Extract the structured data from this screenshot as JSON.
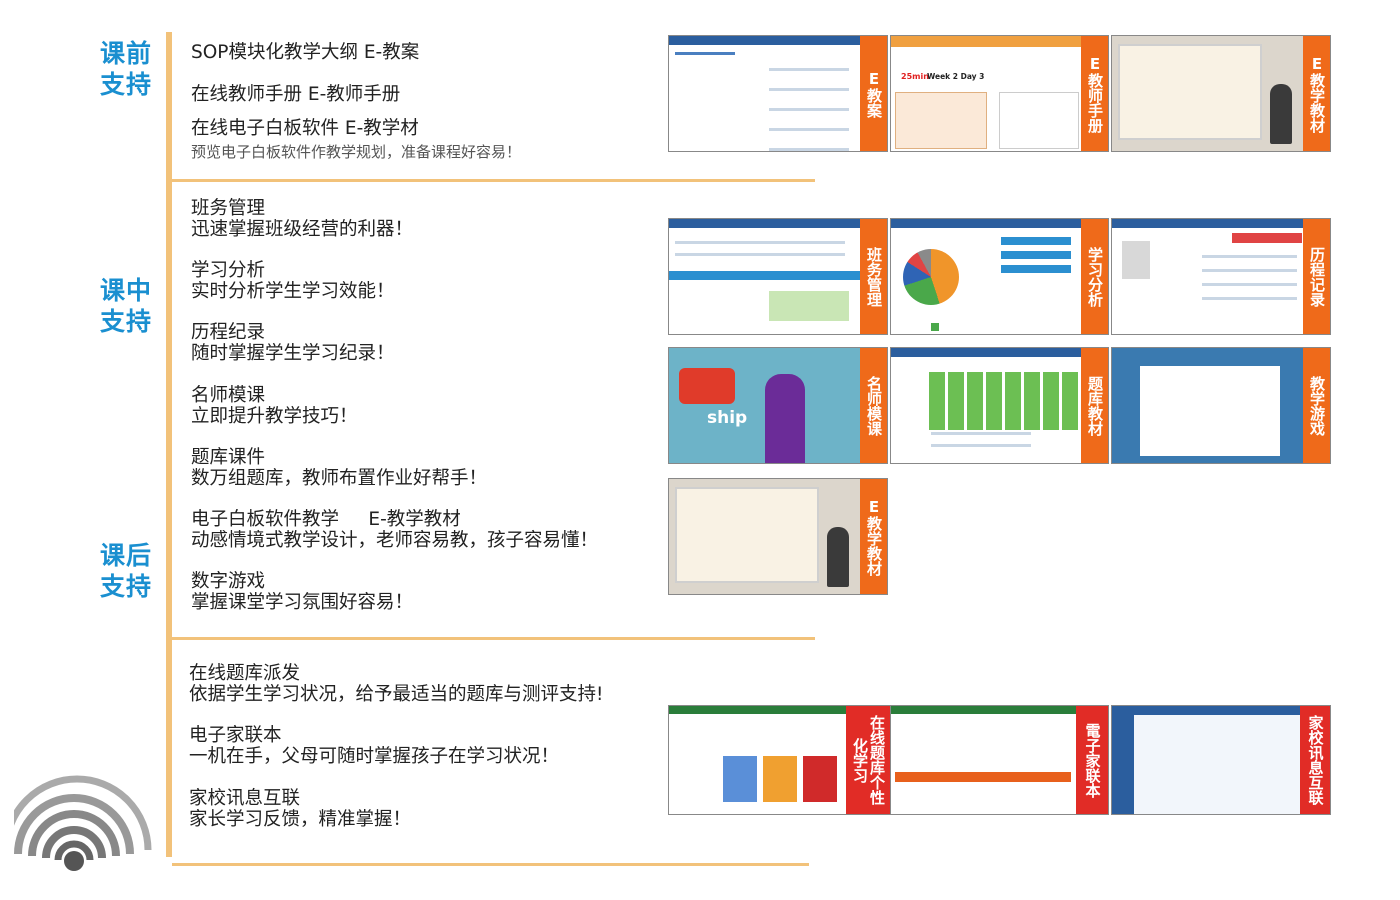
{
  "sections": {
    "pre": "课前\n支持",
    "in": "课中\n支持",
    "post": "课后\n支持"
  },
  "pre_items": [
    "SOP模块化教学大纲  E-教案",
    "在线教师手册   E-教师手册",
    "在线电子白板软件  E-教学材"
  ],
  "pre_note": "预览电子白板软件作教学规划，准备课程好容易！",
  "in_items": [
    {
      "title": "班务管理",
      "desc": "迅速掌握班级经营的利器！"
    },
    {
      "title": "学习分析",
      "desc": "实时分析学生学习效能！"
    },
    {
      "title": "历程纪录",
      "desc": "随时掌握学生学习纪录！"
    },
    {
      "title": "名师模课",
      "desc": "立即提升教学技巧！"
    },
    {
      "title": "题库课件",
      "desc": "数万组题库，教师布置作业好帮手！"
    },
    {
      "title": "电子白板软件教学     E-教学教材",
      "desc": "动感情境式教学设计，老师容易教，孩子容易懂！"
    },
    {
      "title": "数字游戏",
      "desc": "掌握课堂学习氛围好容易！"
    }
  ],
  "post_items": [
    {
      "title": "在线题库派发",
      "desc": "依据学生学习状况，给予最适当的题库与测评支持!"
    },
    {
      "title": "电子家联本",
      "desc": "一机在手，父母可随时掌握孩子在学习状况！"
    },
    {
      "title": "家校讯息互联",
      "desc": "家长学习反馈，精准掌握！"
    }
  ],
  "thumbs": {
    "e_lesson": "E教案",
    "e_manual": "E教师手册",
    "e_material_1": "E教学教材",
    "class_mgmt": "班务管理",
    "analysis": "学习分析",
    "history": "历程记录",
    "model_class": "名师模课",
    "question_bank": "题库教材",
    "games": "教学游戏",
    "e_material_2": "E教学教材",
    "online_bank": "在线题库个性化学习",
    "contact_book": "電子家联本",
    "home_school": "家校讯息互联"
  },
  "thumb_texts": {
    "week": "Week 2 Day 3",
    "min": "25min",
    "ship": "ship"
  },
  "colors": {
    "accent_blue": "#1a8fd0",
    "tab_orange": "#ef6a1a",
    "tab_red": "#e12c26",
    "rule": "#f2c27a"
  }
}
